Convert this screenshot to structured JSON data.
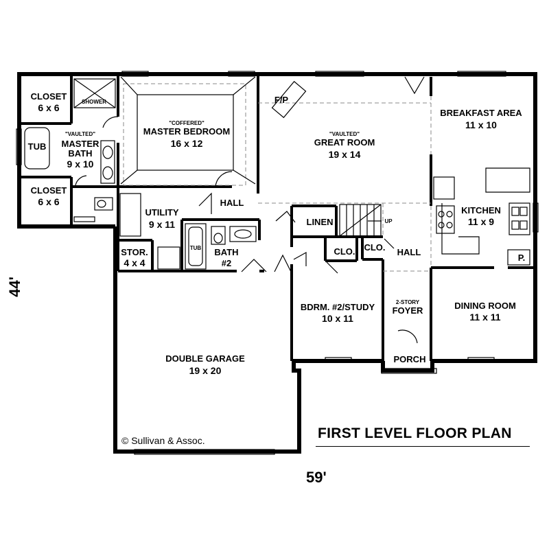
{
  "title": "FIRST LEVEL FLOOR PLAN",
  "width_dim": "59'",
  "depth_dim": "44'",
  "copyright": "© Sullivan & Assoc.",
  "rooms": {
    "closet_top": {
      "name": "CLOSET",
      "size": "6 x 6"
    },
    "shower": {
      "name": "SHOWER"
    },
    "tub": {
      "name": "TUB"
    },
    "master_bath": {
      "note": "\"VAULTED\"",
      "name1": "MASTER",
      "name2": "BATH",
      "size": "9 x 10"
    },
    "closet_bottom": {
      "name": "CLOSET",
      "size": "6 x 6"
    },
    "master_bedroom": {
      "note": "\"COFFERED\"",
      "name": "MASTER BEDROOM",
      "size": "16 x 12"
    },
    "fireplace": {
      "name": "F/P"
    },
    "great_room": {
      "note": "\"VAULTED\"",
      "name": "GREAT ROOM",
      "size": "19 x 14"
    },
    "breakfast": {
      "name": "BREAKFAST AREA",
      "size": "11 x 10"
    },
    "kitchen": {
      "name": "KITCHEN",
      "size": "11 x 9"
    },
    "pantry": {
      "name": "P."
    },
    "utility": {
      "name": "UTILITY",
      "size": "9 x 11"
    },
    "hall_upper": {
      "name": "HALL"
    },
    "linen": {
      "name": "LINEN"
    },
    "up": {
      "name": "UP"
    },
    "stor": {
      "name": "STOR.",
      "size": "4 x 4"
    },
    "tub2": {
      "name": "TUB"
    },
    "bath2": {
      "name": "BATH",
      "size": "#2"
    },
    "clo1": {
      "name": "CLO."
    },
    "clo2": {
      "name": "CLO."
    },
    "hall_right": {
      "name": "HALL"
    },
    "bedroom2": {
      "name": "BDRM. #2/STUDY",
      "size": "10 x 11"
    },
    "foyer": {
      "note": "2-STORY",
      "name": "FOYER"
    },
    "dining": {
      "name": "DINING ROOM",
      "size": "11 x 11"
    },
    "porch": {
      "name": "PORCH"
    },
    "garage": {
      "name": "DOUBLE GARAGE",
      "size": "19 x 20"
    }
  }
}
